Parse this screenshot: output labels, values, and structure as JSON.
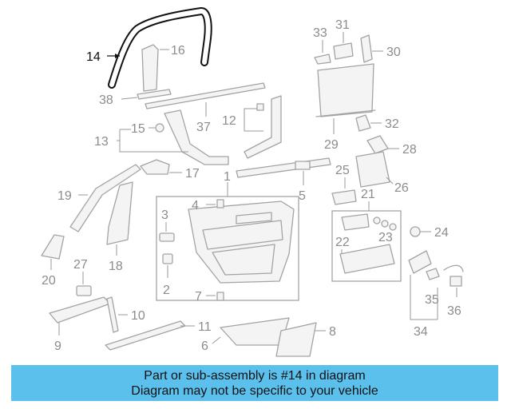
{
  "callouts": {
    "c1": "1",
    "c2": "2",
    "c3": "3",
    "c4": "4",
    "c5": "5",
    "c6": "6",
    "c7": "7",
    "c8": "8",
    "c9": "9",
    "c10": "10",
    "c11": "11",
    "c12": "12",
    "c13": "13",
    "c14": "14",
    "c15": "15",
    "c16": "16",
    "c17": "17",
    "c18": "18",
    "c19": "19",
    "c20": "20",
    "c21": "21",
    "c22": "22",
    "c23": "23",
    "c24": "24",
    "c25": "25",
    "c26": "26",
    "c27": "27",
    "c28": "28",
    "c29": "29",
    "c30": "30",
    "c31": "31",
    "c32": "32",
    "c33": "33",
    "c34": "34",
    "c35": "35",
    "c36": "36",
    "c37": "37",
    "c38": "38"
  },
  "highlighted_part": "14",
  "colors": {
    "banner": "#5bc0ec",
    "highlight": "#ffffff",
    "line": "#a3a3a3"
  },
  "caption": {
    "line1": "Part or sub-assembly is #14 in diagram",
    "line2": "Diagram may not be specific to your vehicle"
  }
}
